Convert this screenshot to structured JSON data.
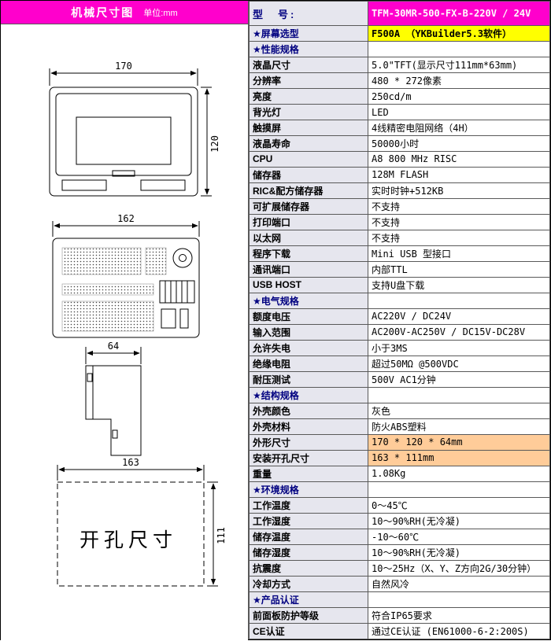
{
  "colors": {
    "magenta": "#ff00cc",
    "label-bg": "#e6e6ee",
    "yellow": "#ffff00",
    "orange": "#ffcc99",
    "navy": "#000080"
  },
  "left_panel": {
    "header": {
      "title": "机械尺寸图",
      "unit": "单位:mm"
    },
    "drawings": {
      "front_view": {
        "width_label": "170",
        "height_label": "120"
      },
      "back_view": {
        "width_label": "162"
      },
      "side_view": {
        "width_label": "64"
      },
      "cutout": {
        "width_label": "163",
        "height_label": "111",
        "caption": "开孔尺寸"
      }
    }
  },
  "spec_table": {
    "model_label": "型　号:",
    "model_value": "TFM-30MR-500-FX-B-220V / 24V",
    "rows": [
      {
        "label": "★屏幕选型",
        "value": "F500A （YKBuilder5.3软件）",
        "type": "yellow"
      },
      {
        "label": "★性能规格",
        "value": "",
        "type": "section"
      },
      {
        "label": "液晶尺寸",
        "value": "5.0\"TFT(显示尺寸111mm*63mm)",
        "type": "normal"
      },
      {
        "label": "分辨率",
        "value": "480 * 272像素",
        "type": "normal"
      },
      {
        "label": "亮度",
        "value": "250cd/m",
        "type": "normal"
      },
      {
        "label": "背光灯",
        "value": "LED",
        "type": "normal"
      },
      {
        "label": "触摸屏",
        "value": "4线精密电阻网络（4H）",
        "type": "normal"
      },
      {
        "label": "液晶寿命",
        "value": "50000小时",
        "type": "normal"
      },
      {
        "label": "CPU",
        "value": "A8 800 MHz RISC",
        "type": "normal"
      },
      {
        "label": "储存器",
        "value": "128M FLASH",
        "type": "normal"
      },
      {
        "label": "RIC&配方储存器",
        "value": "实时时钟+512KB",
        "type": "normal"
      },
      {
        "label": "可扩展储存器",
        "value": "不支持",
        "type": "normal"
      },
      {
        "label": "打印端口",
        "value": "不支持",
        "type": "normal"
      },
      {
        "label": "以太网",
        "value": "不支持",
        "type": "normal"
      },
      {
        "label": "程序下载",
        "value": "Mini USB 型接口",
        "type": "normal"
      },
      {
        "label": "通讯端口",
        "value": "内部TTL",
        "type": "normal"
      },
      {
        "label": "USB HOST",
        "value": "支持U盘下载",
        "type": "normal"
      },
      {
        "label": "★电气规格",
        "value": "",
        "type": "section"
      },
      {
        "label": "额度电压",
        "value": "AC220V / DC24V",
        "type": "normal"
      },
      {
        "label": "输入范围",
        "value": "AC200V-AC250V / DC15V-DC28V",
        "type": "normal"
      },
      {
        "label": "允许失电",
        "value": "小于3MS",
        "type": "normal"
      },
      {
        "label": "绝缘电阻",
        "value": "超过50MΩ @500VDC",
        "type": "normal"
      },
      {
        "label": "耐压测试",
        "value": "500V AC1分钟",
        "type": "normal"
      },
      {
        "label": "★结构规格",
        "value": "",
        "type": "section"
      },
      {
        "label": "外壳颜色",
        "value": "灰色",
        "type": "normal"
      },
      {
        "label": "外壳材料",
        "value": "防火ABS塑料",
        "type": "normal"
      },
      {
        "label": "外形尺寸",
        "value": "170 * 120 * 64mm",
        "type": "orange"
      },
      {
        "label": "安装开孔尺寸",
        "value": "163 * 111mm",
        "type": "orange"
      },
      {
        "label": "重量",
        "value": "1.08Kg",
        "type": "normal"
      },
      {
        "label": "★环境规格",
        "value": "",
        "type": "section"
      },
      {
        "label": "工作温度",
        "value": "0～45℃",
        "type": "normal"
      },
      {
        "label": "工作湿度",
        "value": "10～90%RH(无冷凝)",
        "type": "normal"
      },
      {
        "label": "储存温度",
        "value": "-10～60℃",
        "type": "normal"
      },
      {
        "label": "储存湿度",
        "value": "10～90%RH(无冷凝)",
        "type": "normal"
      },
      {
        "label": "抗震度",
        "value": "10～25Hz（X、Y、Z方向2G/30分钟）",
        "type": "normal"
      },
      {
        "label": "冷却方式",
        "value": "自然风冷",
        "type": "normal"
      },
      {
        "label": "★产品认证",
        "value": "",
        "type": "section"
      },
      {
        "label": "前面板防护等级",
        "value": "符合IP65要求",
        "type": "normal"
      },
      {
        "label": "CE认证",
        "value": "通过CE认证 (EN61000-6-2:200S)",
        "type": "normal"
      }
    ]
  }
}
